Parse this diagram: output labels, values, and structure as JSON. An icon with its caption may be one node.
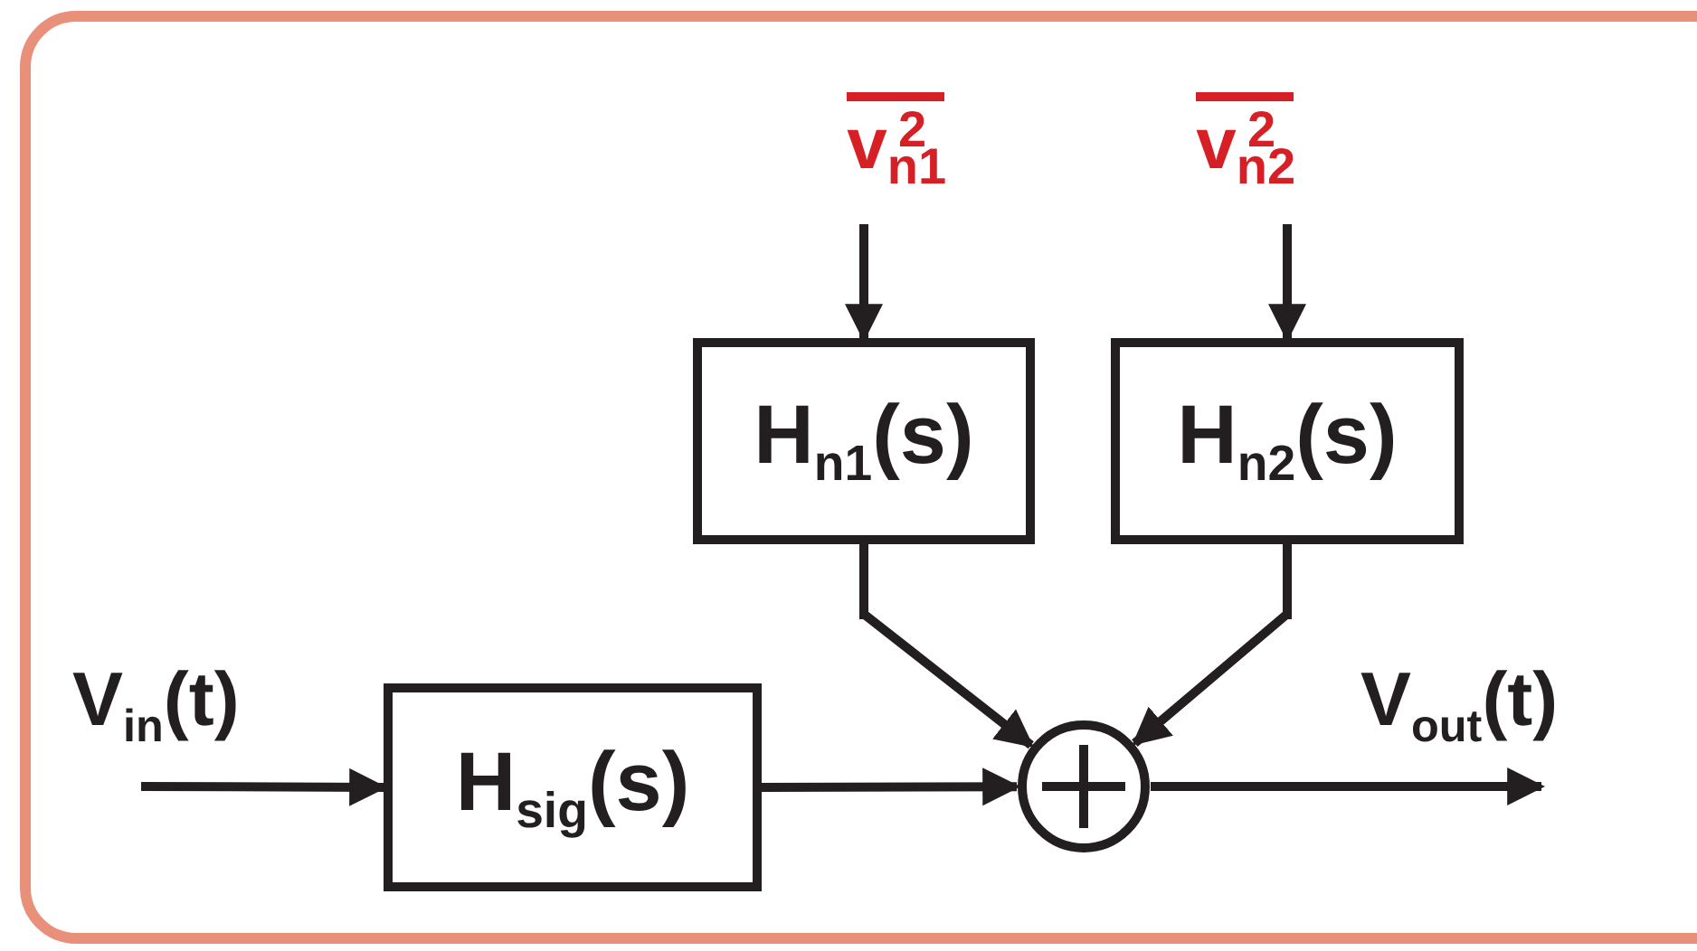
{
  "diagram": {
    "nodes": [
      {
        "text": [
          "v$_{n1}$$^{2}$"
        ]
      },
      {
        "text": [
          "v$_{n2}$$^{2}$"
        ]
      },
      {
        "text": [
          "H$_{n1}$(s)"
        ]
      },
      {
        "text": [
          "H$_{n2}$(s)"
        ]
      },
      {
        "text": [
          "H$_{sig}$(s)"
        ]
      },
      {
        "text": [],
        "shape": "circle"
      }
    ],
    "edges": [
      {
        "from": 0,
        "to": 2,
        "arrow": "to"
      },
      {
        "from": 1,
        "to": 3,
        "arrow": "to"
      },
      {
        "from": 2,
        "to": 5,
        "arrow": "to"
      },
      {
        "from": 3,
        "to": 5,
        "arrow": "to"
      },
      {
        "from": null,
        "to": 4,
        "arrow": "to"
      },
      {
        "from": 4,
        "to": 5,
        "arrow": "to"
      },
      {
        "from": 5,
        "to": null,
        "arrow": "to"
      }
    ],
    "labels": [
      "V$_{in}$(t)",
      "V$_{out}$(t)"
    ]
  }
}
